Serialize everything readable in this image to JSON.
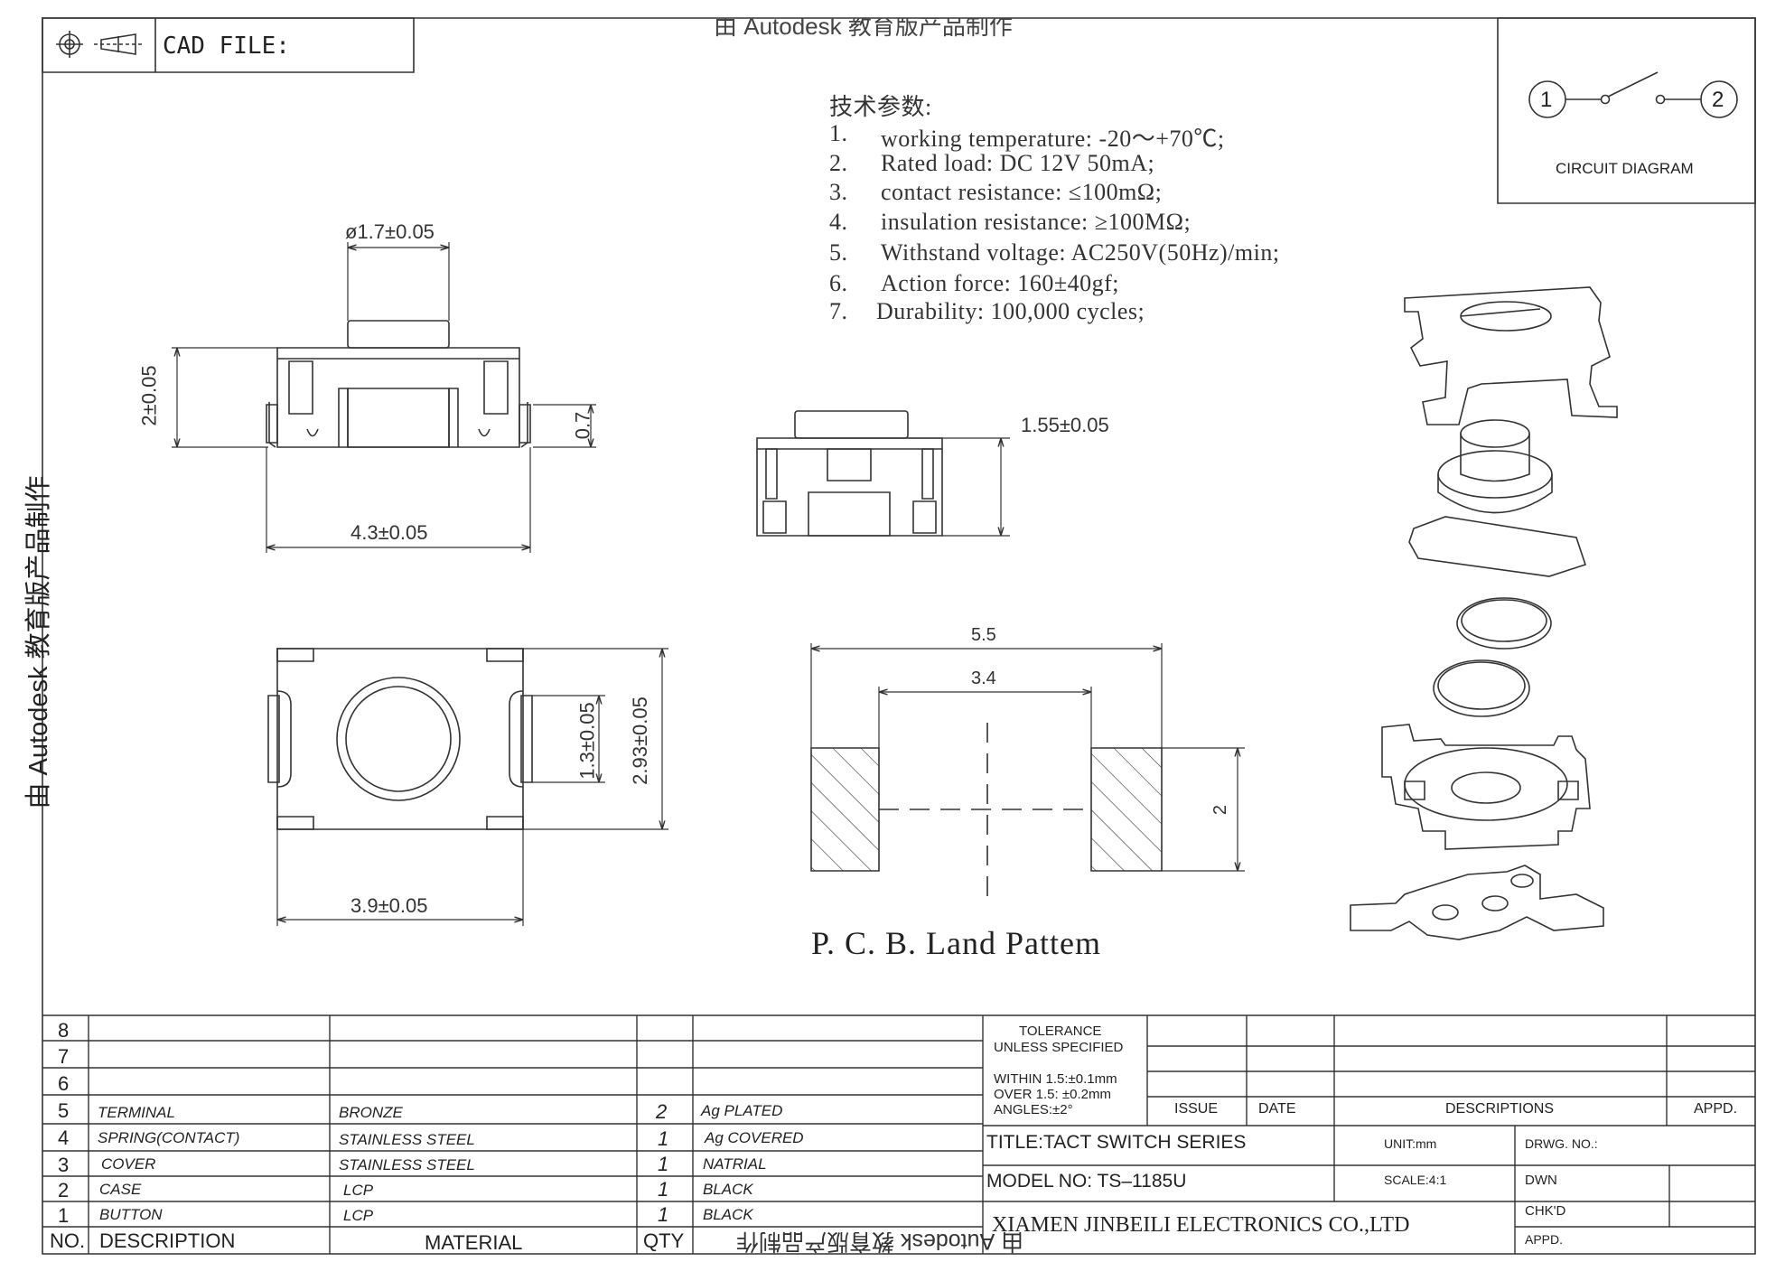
{
  "header": {
    "cad_file_label": "CAD FILE:",
    "top_watermark": "由 Autodesk 教育版产品制作"
  },
  "watermarks": {
    "left": "由 Autodesk 教育版产品制作",
    "bottom": "由 Autodesk 教育版产品制作"
  },
  "specs": {
    "heading": "技术参数:",
    "items": [
      {
        "no": "1.",
        "text": "working temperature: -20～+70℃;"
      },
      {
        "no": "2.",
        "text": "Rated load: DC 12V 50mA;"
      },
      {
        "no": "3.",
        "text": "contact resistance: ≤100mΩ;"
      },
      {
        "no": "4.",
        "text": "insulation resistance: ≥100MΩ;"
      },
      {
        "no": "5.",
        "text": "Withstand voltage: AC250V(50Hz)/min;"
      },
      {
        "no": "6.",
        "text": "Action force: 160±40gf;"
      },
      {
        "no": "7.",
        "text": "Durability: 100,000 cycles;"
      }
    ]
  },
  "circuit": {
    "node1": "1",
    "node2": "2",
    "label": "CIRCUIT  DIAGRAM"
  },
  "dimensions": {
    "button_dia": "ø1.7±0.05",
    "height": "2±0.05",
    "terminal_h": "0.7",
    "width_front": "4.3±0.05",
    "side_height": "1.55±0.05",
    "inner_1_3": "1.3±0.05",
    "inner_2_93": "2.93±0.05",
    "width_top": "3.9±0.05",
    "pcb_outer": "5.5",
    "pcb_inner": "3.4",
    "pcb_pad_h": "2"
  },
  "pcb": {
    "title": "P. C. B. Land Pattem"
  },
  "bom": {
    "row_numbers": [
      "8",
      "7",
      "6",
      "5",
      "4",
      "3",
      "2",
      "1"
    ],
    "rows": [
      {
        "no": "5",
        "desc": "TERMINAL",
        "material": "BRONZE",
        "qty": "2",
        "note": "Ag PLATED"
      },
      {
        "no": "4",
        "desc": "SPRING(CONTACT)",
        "material": "STAINLESS STEEL",
        "qty": "1",
        "note": "Ag COVERED"
      },
      {
        "no": "3",
        "desc": "COVER",
        "material": "STAINLESS STEEL",
        "qty": "1",
        "note": "NATRIAL"
      },
      {
        "no": "2",
        "desc": "CASE",
        "material": "LCP",
        "qty": "1",
        "note": "BLACK"
      },
      {
        "no": "1",
        "desc": "BUTTON",
        "material": "LCP",
        "qty": "1",
        "note": "BLACK"
      }
    ],
    "headers": {
      "no": "NO.",
      "desc": "DESCRIPTION",
      "material": "MATERIAL",
      "qty": "QTY"
    }
  },
  "title_block": {
    "tolerance_1": "TOLERANCE",
    "tolerance_2": "UNLESS SPECIFIED",
    "within": "WITHIN 1.5:±0.1mm",
    "over": "OVER 1.5:  ±0.2mm",
    "angles": "ANGLES:±2°",
    "issue": "ISSUE",
    "date": "DATE",
    "descriptions": "DESCRIPTIONS",
    "appd": "APPD.",
    "title": "TITLE:TACT  SWITCH SERIES",
    "unit": "UNIT:mm",
    "drwg_no": "DRWG. NO.:",
    "model": "MODEL  NO: TS–1185U",
    "scale": "SCALE:4:1",
    "dwn": "DWN",
    "chkd": "CHK'D",
    "appd2": "APPD.",
    "company": "XIAMEN JINBEILI ELECTRONICS CO.,LTD"
  }
}
